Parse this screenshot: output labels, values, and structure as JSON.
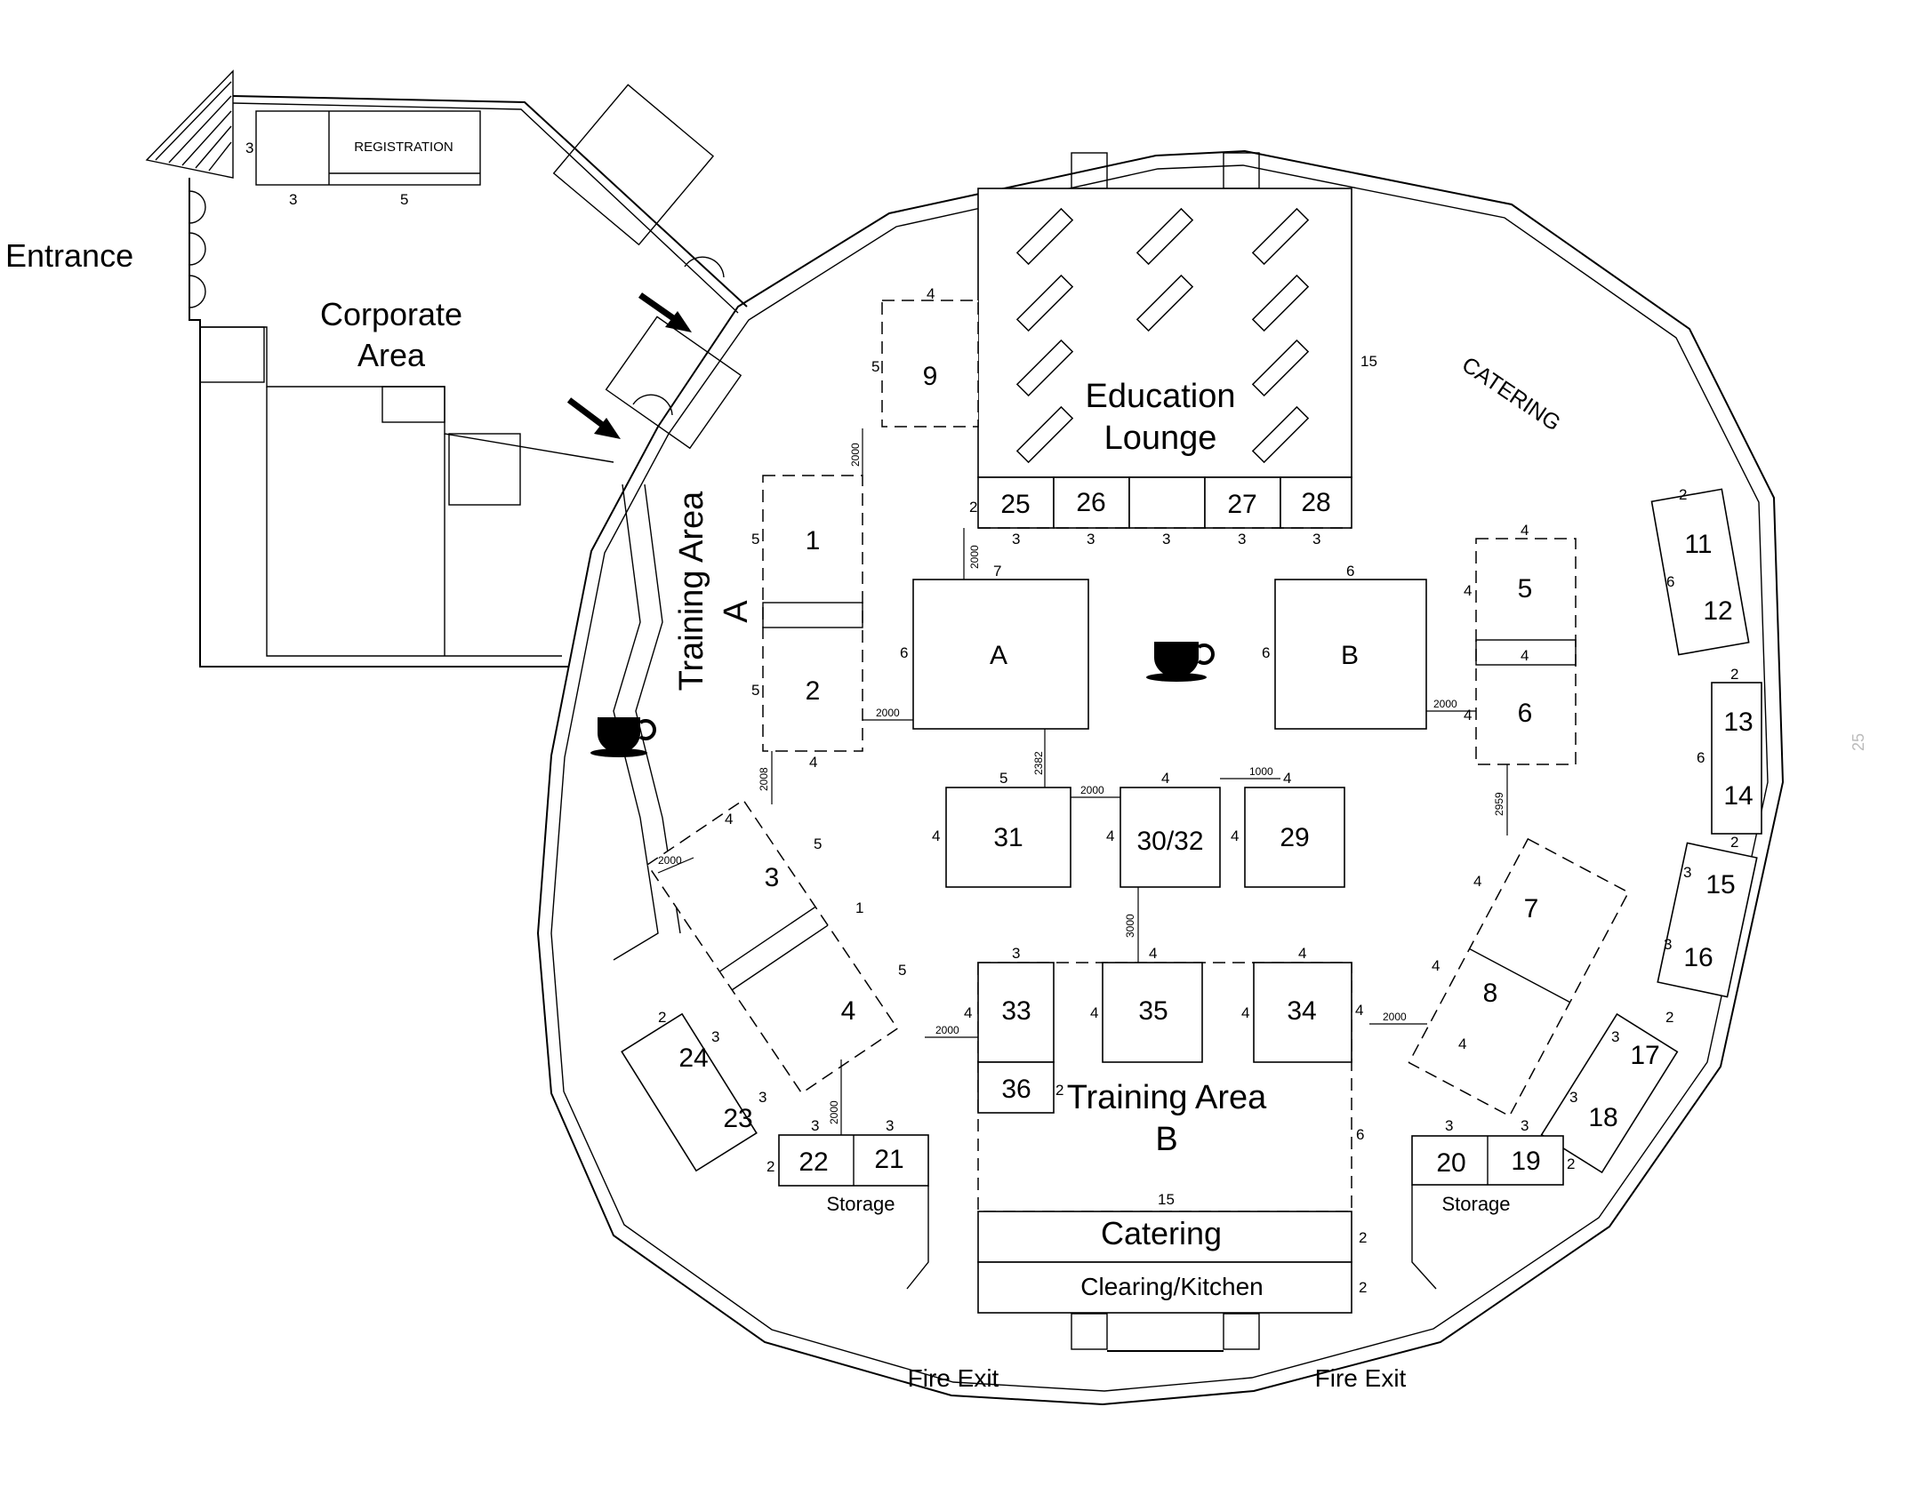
{
  "labels": {
    "entrance": "Entrance",
    "corporate_area_1": "Corporate",
    "corporate_area_2": "Area",
    "registration": "REGISTRATION",
    "education_lounge_1": "Education",
    "education_lounge_2": "Lounge",
    "catering_top": "CATERING",
    "training_a_1": "Training Area",
    "training_a_2": "A",
    "training_b_1": "Training Area",
    "training_b_2": "B",
    "catering": "Catering",
    "clearing_kitchen": "Clearing/Kitchen",
    "storage_left": "Storage",
    "storage_right": "Storage",
    "fire_exit_left": "Fire Exit",
    "fire_exit_right": "Fire Exit",
    "page_marker": "25"
  },
  "booths": {
    "b1": "1",
    "b2": "2",
    "b3": "3",
    "b4": "4",
    "b5": "5",
    "b6": "6",
    "b7": "7",
    "b8": "8",
    "b9": "9",
    "b11": "11",
    "b12": "12",
    "b13": "13",
    "b14": "14",
    "b15": "15",
    "b16": "16",
    "b17": "17",
    "b18": "18",
    "b19": "19",
    "b20": "20",
    "b21": "21",
    "b22": "22",
    "b23": "23",
    "b24": "24",
    "b25": "25",
    "b26": "26",
    "b27": "27",
    "b28": "28",
    "b29": "29",
    "b3032": "30/32",
    "b31": "31",
    "b33": "33",
    "b34": "34",
    "b35": "35",
    "b36": "36",
    "bA": "A",
    "bB": "B"
  },
  "dims": {
    "reg_3a": "3",
    "reg_3b": "3",
    "reg_5": "5",
    "b9_top": "4",
    "b9_left": "5",
    "edu_right": "15",
    "b25_left": "2",
    "b25_bot": "3",
    "b26_bot": "3",
    "bmid_bot": "3",
    "b27_bot": "3",
    "b28_bot": "3",
    "b1_left": "5",
    "b2_left": "5",
    "b2_bot": "4",
    "bA_top": "7",
    "bA_left": "6",
    "bB_top": "6",
    "bB_left": "6",
    "b5_top": "4",
    "b5_left": "4",
    "b56_mid": "4",
    "b6_left": "4",
    "b11_top": "2",
    "b1112_left": "6",
    "b13_top": "2",
    "b1314_left": "6",
    "b14_bot": "2",
    "b15_left": "3",
    "b16_left": "3",
    "b17_top": "2",
    "b17_left": "3",
    "b18_left": "3",
    "b19_top": "3",
    "b20_top": "3",
    "b19_right": "2",
    "b21_top": "3",
    "b22_top": "3",
    "b22_left": "2",
    "b23_right": "3",
    "b24_top": "2",
    "b24_right": "3",
    "b3_tl": "4",
    "b3_tr": "5",
    "b3_mid": "1",
    "b4_r": "5",
    "b7_l": "4",
    "b8_l": "4",
    "b8_bot": "4",
    "b8_right": "4",
    "b31_top": "5",
    "b31_left": "4",
    "b30_top": "4",
    "b30_left": "4",
    "b29_top": "4",
    "b29_left": "4",
    "b33_top": "3",
    "b33_left": "4",
    "b35_top": "4",
    "b35_left": "4",
    "b34_top": "4",
    "b34_left": "4",
    "b36_right": "2",
    "trainb_right": "6",
    "trainb_top": "15",
    "catering_right": "2",
    "kitchen_right": "2"
  },
  "aisles": {
    "a2000_9": "2000",
    "a2000_a": "2000",
    "a2000_2": "2000",
    "a2382": "2382",
    "a2008": "2008",
    "a2000_31": "2000",
    "a1000": "1000",
    "a2000_6": "2000",
    "a2959": "2959",
    "a2000_3": "2000",
    "a3000": "3000",
    "a2000_4": "2000",
    "a2000_33": "2000",
    "a2000_8": "2000"
  },
  "icons": [
    "coffee-cup-icon",
    "entry-arrow-icon",
    "stairs-icon"
  ]
}
